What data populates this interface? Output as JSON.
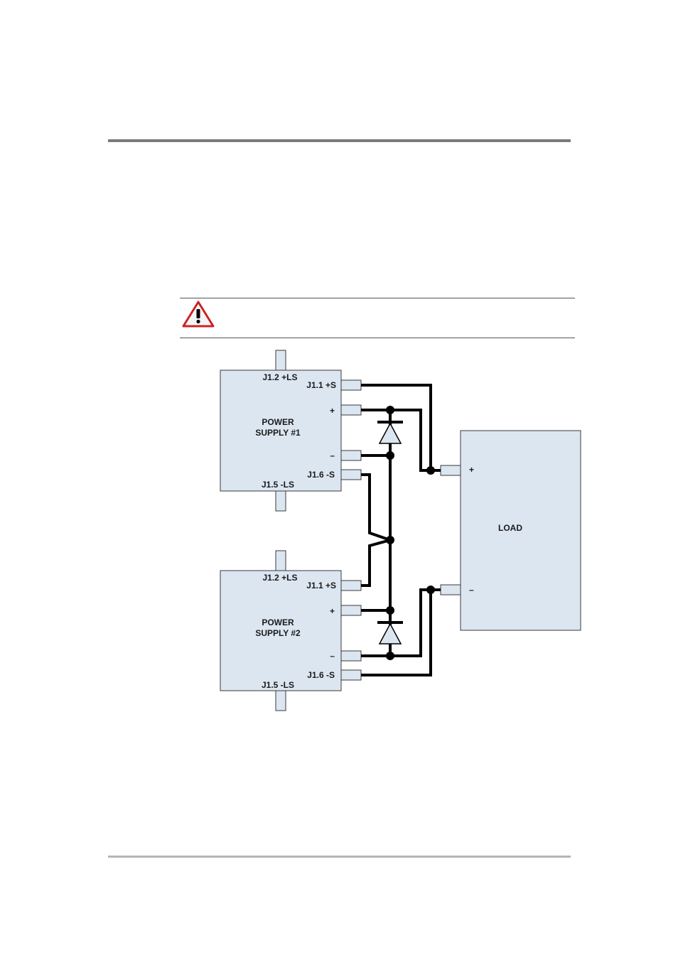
{
  "colors": {
    "box_fill": "#dce6f1",
    "wire": "#000000",
    "warning_red": "#cc2222"
  },
  "icons": {
    "warning": "warning-triangle-icon"
  },
  "ps1": {
    "title_line1": "POWER",
    "title_line2": "SUPPLY #1",
    "j12": "J1.2 +LS",
    "j11": "J1.1 +S",
    "plus": "+",
    "minus": "–",
    "j16": "J1.6 -S",
    "j15": "J1.5 -LS"
  },
  "ps2": {
    "title_line1": "POWER",
    "title_line2": "SUPPLY #2",
    "j12": "J1.2 +LS",
    "j11": "J1.1 +S",
    "plus": "+",
    "minus": "–",
    "j16": "J1.6 -S",
    "j15": "J1.5 -LS"
  },
  "load": {
    "title": "LOAD",
    "plus": "+",
    "minus": "–"
  }
}
